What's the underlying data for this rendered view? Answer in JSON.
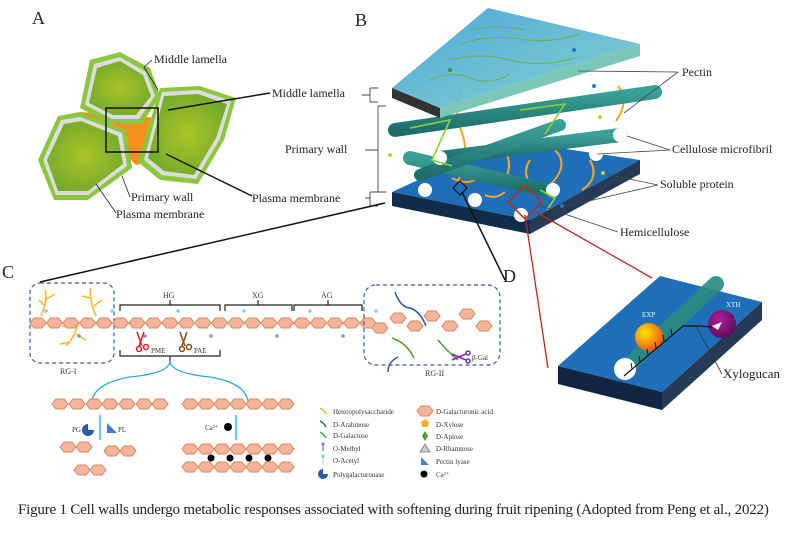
{
  "panels": {
    "a": "A",
    "b": "B",
    "c": "C",
    "d": "D"
  },
  "panel_a": {
    "labels": [
      "Middle lamella",
      "Primary wall",
      "Plasma membrane"
    ]
  },
  "panel_b": {
    "left_labels": [
      "Middle lamella",
      "Primary wall",
      "Plasma membrane"
    ],
    "right_labels": [
      "Pectin",
      "Cellulose microfibril",
      "Soluble protein",
      "Hemicellulose"
    ]
  },
  "panel_c": {
    "segments": [
      "HG",
      "XG",
      "AG"
    ],
    "regions": [
      "RG-I",
      "RG-II"
    ],
    "enzymes": [
      "PME",
      "PAE",
      "β-Gal",
      "PG",
      "PL",
      "Ca²⁺"
    ],
    "legend_left": [
      "Heteropolysaccharide",
      "D-Arabinose",
      "D-Galactose",
      "O-Methyl",
      "O-Acetyl",
      "Polygalacturonase"
    ],
    "legend_right": [
      "D-Galacturonic acid",
      "D-Xylose",
      "D-Apiose",
      "D-Rhamnose",
      "Pectin lyase",
      "Ca²⁺"
    ]
  },
  "panel_d": {
    "enzymes": [
      "EXP",
      "XTH"
    ],
    "label": "Xylogucan"
  },
  "caption": "Figure 1 Cell walls undergo metabolic responses associated with softening during fruit ripening (Adopted from Peng et al., 2022)",
  "colors": {
    "cell_fill": "#8cb82a",
    "cell_border": "#7cc43a",
    "middle_lamella": "#f5901e",
    "microfibril": "#2a8a82",
    "slab_blue": "#1f6fb8",
    "galacturonic": "#f6b49a",
    "dash_box": "#3a5a9a"
  }
}
